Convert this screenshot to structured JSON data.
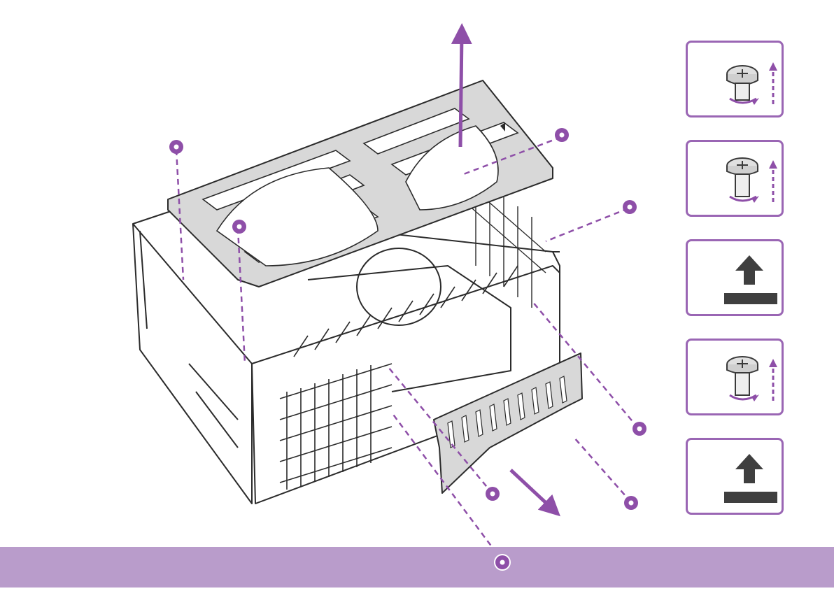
{
  "diagram": {
    "colors": {
      "accent": "#8e4fa8",
      "accent_light": "#b99ccb",
      "outline": "#2b2b2b",
      "panel_fill": "#d8d8d8",
      "dark_bar": "#3f3f3f",
      "card_border": "#9a66b4"
    },
    "steps": [
      {
        "icon": "screw-unscrew-icon"
      },
      {
        "icon": "screw-unscrew-icon"
      },
      {
        "icon": "lift-up-icon"
      },
      {
        "icon": "screw-unscrew-icon"
      },
      {
        "icon": "lift-up-icon"
      }
    ],
    "screw_count": 8,
    "arrows": [
      "remove-top-bracket-arrow",
      "remove-side-panel-arrow"
    ]
  }
}
